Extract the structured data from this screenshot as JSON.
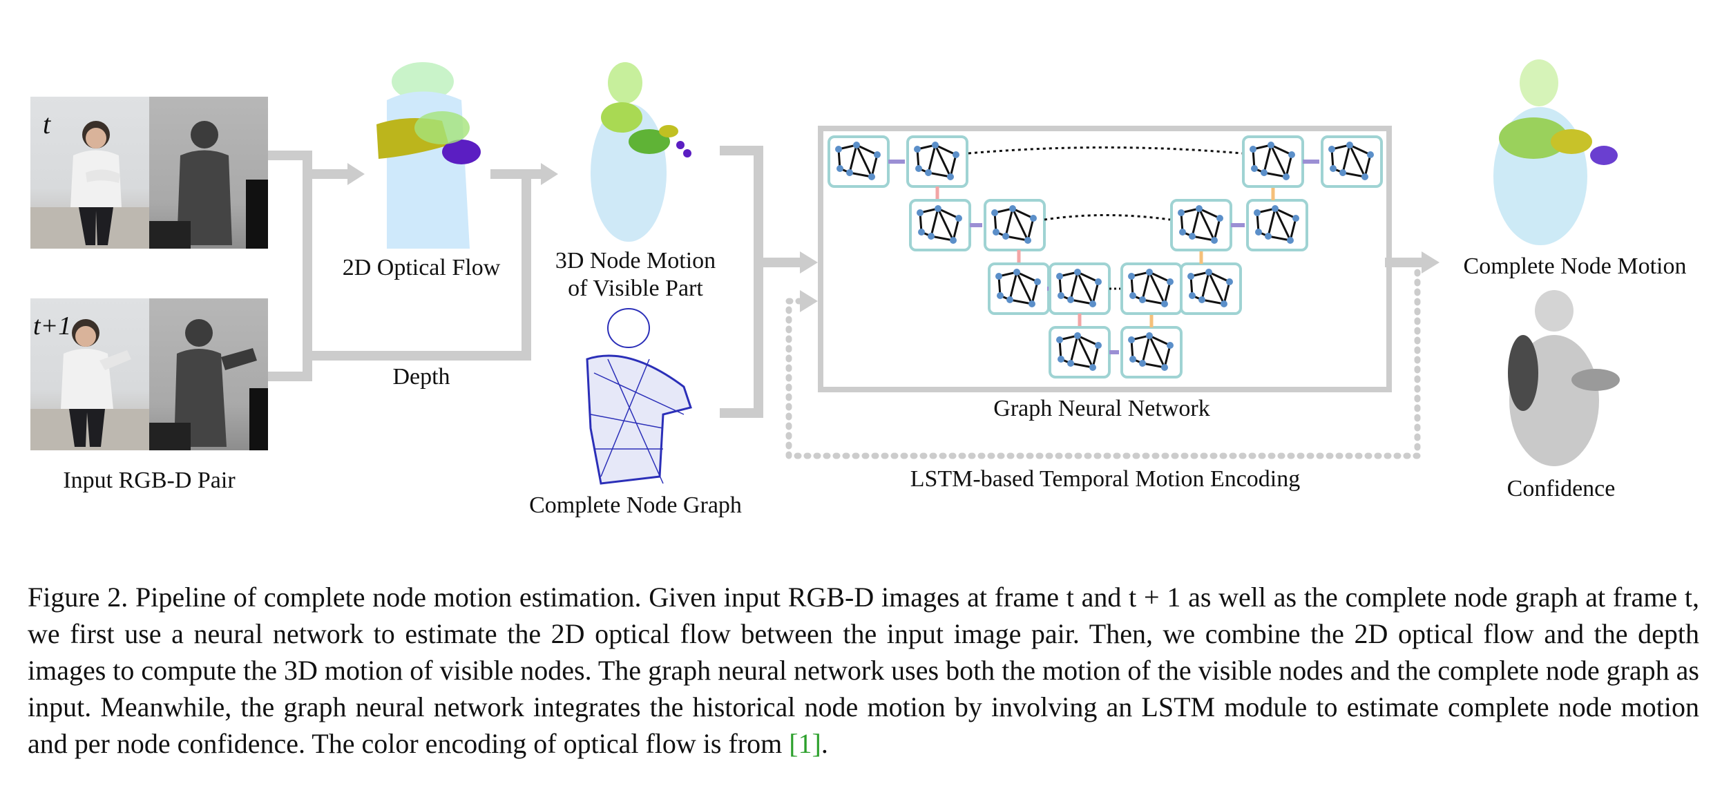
{
  "figure": {
    "frame_label_t": "t",
    "frame_label_t1": "t+1",
    "input_label": "Input RGB-D Pair",
    "flow_label": "2D Optical Flow",
    "depth_label": "Depth",
    "motion_label_line1": "3D Node Motion",
    "motion_label_line2": "of Visible Part",
    "graph_label": "Complete Node Graph",
    "gnn_label": "Graph Neural Network",
    "lstm_label": "LSTM-based Temporal Motion Encoding",
    "output_motion_label": "Complete Node Motion",
    "confidence_label": "Confidence"
  },
  "caption": {
    "text": "Figure 2. Pipeline of complete node motion estimation. Given input RGB-D images at frame t and t + 1 as well as the complete node graph at frame t, we first use a neural network to estimate the 2D optical flow between the input image pair. Then, we combine the 2D optical flow and the depth images to compute the 3D motion of visible nodes. The graph neural network uses both the motion of the visible nodes and the complete node graph as input. Meanwhile, the graph neural network integrates the historical node motion by involving an LSTM module to estimate complete node motion and per node confidence. The color encoding of optical flow is from",
    "citation": "[1]",
    "end": "."
  },
  "colors": {
    "arrow_gray": "#cccccc",
    "box_teal": "#9fd3d3",
    "node_blue": "#5b8fc9",
    "skip_purple": "#9b8fd4",
    "up_orange": "#f5c07a",
    "down_pink": "#f2a5a5",
    "citation_green": "#2ca02c"
  }
}
